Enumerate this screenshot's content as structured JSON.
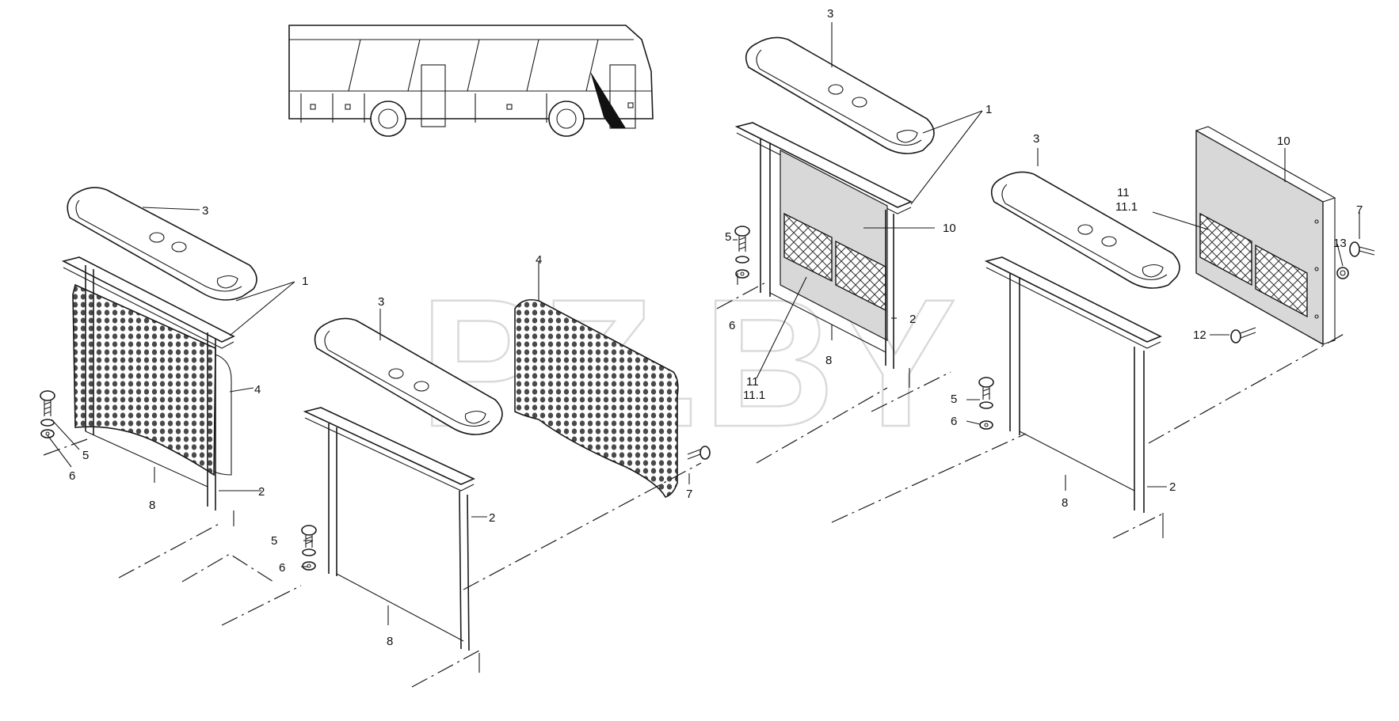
{
  "watermark": "PZ.BY",
  "callouts": {
    "c1": "1",
    "c2": "2",
    "c3": "3",
    "c4": "4",
    "c5": "5",
    "c6": "6",
    "c7": "7",
    "c8": "8",
    "c10": "10",
    "c11": "11",
    "c11_1": "11.1",
    "c12": "12",
    "c13": "13"
  }
}
